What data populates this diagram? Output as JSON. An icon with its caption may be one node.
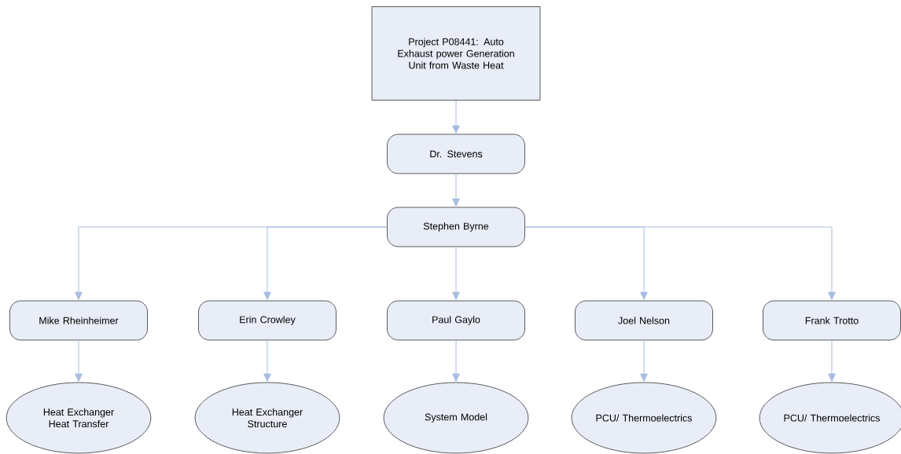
{
  "diagram": {
    "nodes": [
      {
        "text": [
          "Project P08441: Auto Exhaust power Generation Unit from Waste Heat"
        ]
      },
      {
        "text": [
          "Dr. Stevens"
        ]
      },
      {
        "text": [
          "Stephen Byrne"
        ]
      },
      {
        "text": [
          "Mike Rheinheimer"
        ]
      },
      {
        "text": [
          "Erin Crowley"
        ]
      },
      {
        "text": [
          "Paul Gaylo"
        ]
      },
      {
        "text": [
          "Joel Nelson"
        ]
      },
      {
        "text": [
          "Frank Trotto"
        ]
      },
      {
        "text": [
          "Heat Exchanger Heat Transfer"
        ]
      },
      {
        "text": [
          "Heat Exchanger Structure"
        ]
      },
      {
        "text": [
          "System Model"
        ]
      },
      {
        "text": [
          "PCU/ Thermoelectrics"
        ]
      },
      {
        "text": [
          "PCU/ Thermoelectrics"
        ]
      }
    ],
    "edges": [
      {
        "from": 0,
        "to": 1,
        "arrow": "to"
      },
      {
        "from": 1,
        "to": 2,
        "arrow": "to"
      },
      {
        "from": 2,
        "to": 3,
        "arrow": "to"
      },
      {
        "from": 2,
        "to": 4,
        "arrow": "to"
      },
      {
        "from": 2,
        "to": 5,
        "arrow": "to"
      },
      {
        "from": 2,
        "to": 6,
        "arrow": "to"
      },
      {
        "from": 2,
        "to": 7,
        "arrow": "to"
      },
      {
        "from": 3,
        "to": 8,
        "arrow": "to"
      },
      {
        "from": 4,
        "to": 9,
        "arrow": "to"
      },
      {
        "from": 5,
        "to": 10,
        "arrow": "to"
      },
      {
        "from": 6,
        "to": 11,
        "arrow": "to"
      },
      {
        "from": 7,
        "to": 12,
        "arrow": "to"
      }
    ]
  }
}
